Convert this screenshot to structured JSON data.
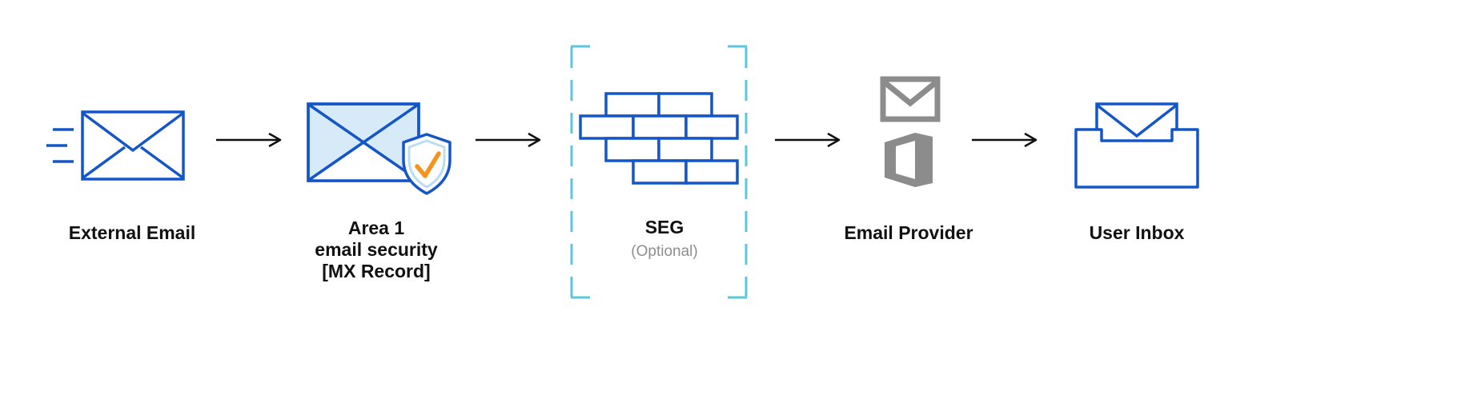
{
  "diagram": {
    "description": "Email flow diagram: external email routed through Area 1 email security (MX record), optional SEG, to email provider and user inbox",
    "nodes": [
      {
        "id": "external-email",
        "label": "External Email"
      },
      {
        "id": "area1-email-security",
        "label_lines": [
          "Area 1",
          "email security",
          "[MX Record]"
        ]
      },
      {
        "id": "seg",
        "label": "SEG",
        "sublabel": "(Optional)",
        "optional": true
      },
      {
        "id": "email-provider",
        "label": "Email Provider"
      },
      {
        "id": "user-inbox",
        "label": "User Inbox"
      }
    ],
    "connections": [
      {
        "from": "external-email",
        "to": "area1-email-security"
      },
      {
        "from": "area1-email-security",
        "to": "seg"
      },
      {
        "from": "seg",
        "to": "email-provider"
      },
      {
        "from": "email-provider",
        "to": "user-inbox"
      }
    ],
    "icons": {
      "external_email": "incoming-envelope-icon",
      "area1": "envelope-shield-check-icon",
      "seg": "firewall-bricks-icon",
      "email_provider": [
        "gmail-icon",
        "office-icon"
      ],
      "user_inbox": "inbox-tray-envelope-icon"
    },
    "colors": {
      "envelope_blue": "#1456C8",
      "envelope_fill_light": "#D6EAF8",
      "shield_inner_light": "#BBDDF0",
      "optional_dash_cyan": "#5BC6DE",
      "provider_gray": "#8C8C8C",
      "check_orange": "#F6921E",
      "arrow_black": "#111111",
      "label_text": "#111111",
      "sublabel_gray": "#8E8E8E"
    }
  }
}
